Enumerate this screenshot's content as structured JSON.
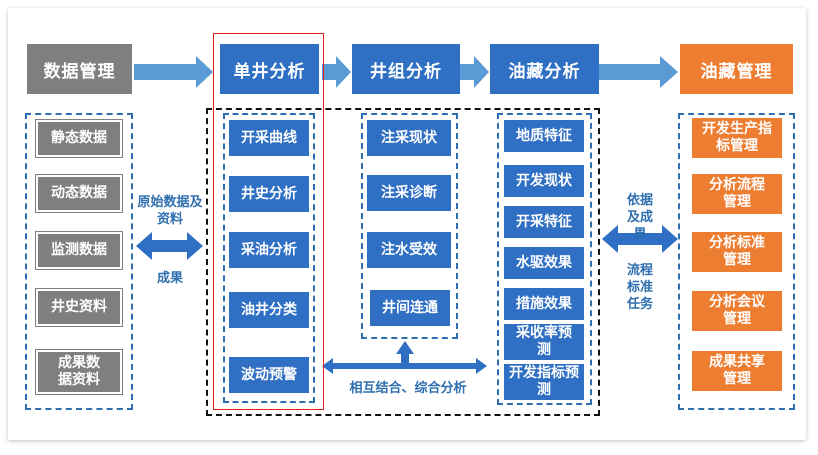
{
  "headers": {
    "data_mgmt": "数据管理",
    "single_well": "单井分析",
    "well_group": "井组分析",
    "reservoir": "油藏分析",
    "reservoir_mgmt": "油藏管理"
  },
  "data_items": [
    "静态数据",
    "动态数据",
    "监测数据",
    "井史资料",
    "成果数据资料"
  ],
  "single_well_items": [
    "开采曲线",
    "井史分析",
    "采油分析",
    "油井分类",
    "波动预警"
  ],
  "well_group_items": [
    "注采现状",
    "注采诊断",
    "注水受效",
    "井间连通"
  ],
  "reservoir_items": [
    "地质特征",
    "开发现状",
    "开采特征",
    "水驱效果",
    "措施效果",
    "采收率预测",
    "开发指标预测"
  ],
  "mgmt_items": [
    "开发生产指标管理",
    "分析流程管理",
    "分析标准管理",
    "分析会议管理",
    "成果共享管理"
  ],
  "labels": {
    "raw_data": "原始数据及资料",
    "results_left": "成果",
    "basis": "依据及成果",
    "standards": "流程标准任务",
    "combined": "相互结合、综合分析"
  },
  "colors": {
    "gray": "#7f7f7f",
    "blue": "#2f6fc4",
    "orange": "#ed7d31",
    "arrow": "#5b9bd5",
    "dash_blue": "#2f6fb0"
  }
}
